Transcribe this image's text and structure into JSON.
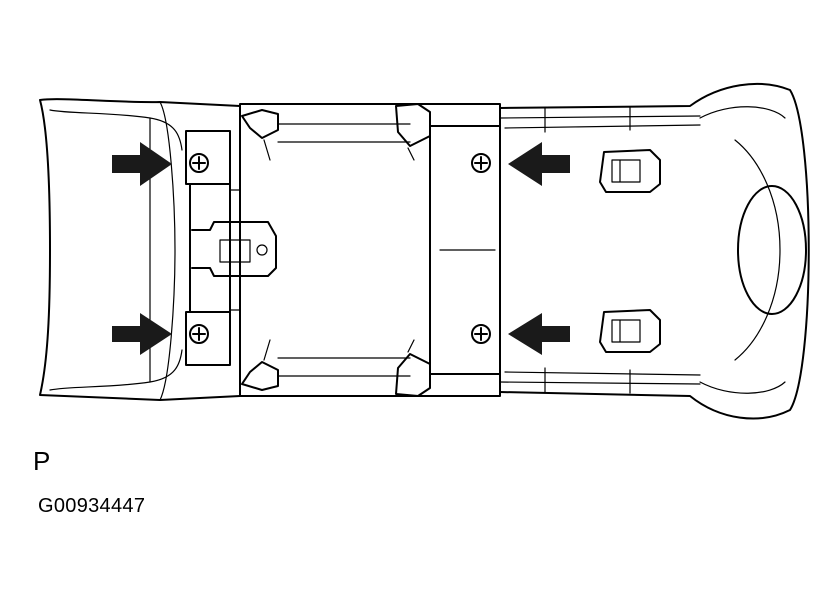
{
  "view_label": "P",
  "figure_code": "G00934447",
  "callouts": [
    {
      "name": "arrow-upper-left-screw",
      "direction": "right"
    },
    {
      "name": "arrow-lower-left-screw",
      "direction": "right"
    },
    {
      "name": "arrow-upper-right-screw",
      "direction": "left"
    },
    {
      "name": "arrow-lower-right-screw",
      "direction": "left"
    }
  ],
  "colors": {
    "line": "#000000",
    "background": "#ffffff",
    "arrow_fill": "#1a1a1a"
  }
}
